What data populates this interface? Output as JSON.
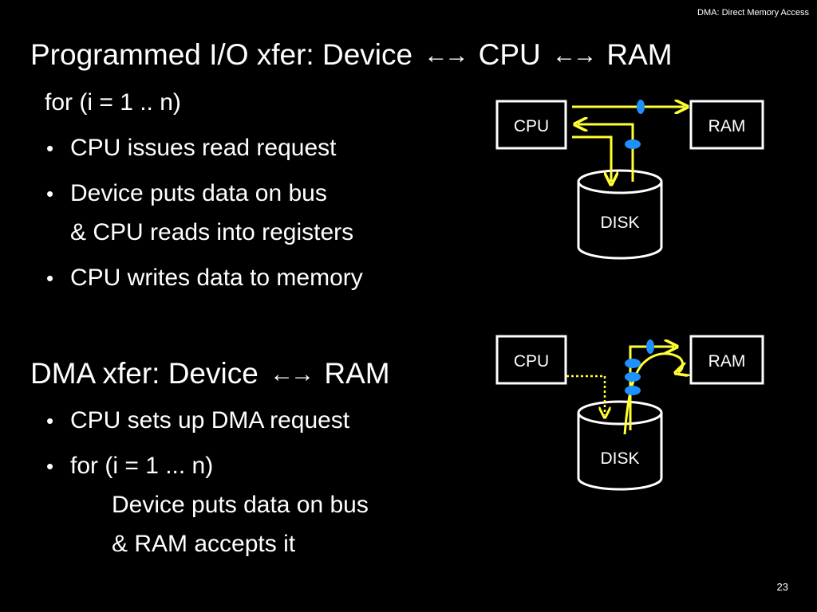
{
  "header": {
    "section_label": "DMA: Direct Memory Access"
  },
  "programmed_io": {
    "title_prefix": "Programmed I/O xfer:  Device",
    "title_middle": "CPU",
    "title_suffix": "RAM",
    "arrow_glyph": "←→",
    "loop_line": "for (i = 1 .. n)",
    "bullets": [
      "CPU issues read request",
      "Device puts data on bus",
      "& CPU reads into registers",
      "CPU writes data to memory"
    ]
  },
  "dma": {
    "title_prefix": "DMA xfer:  Device",
    "title_suffix": "RAM",
    "arrow_glyph": "←→",
    "bullets": [
      "CPU sets up DMA request",
      "for (i = 1 ... n)",
      "Device puts data on bus",
      "& RAM accepts it"
    ]
  },
  "diagram_top": {
    "cpu_label": "CPU",
    "ram_label": "RAM",
    "disk_label": "DISK"
  },
  "diagram_bottom": {
    "cpu_label": "CPU",
    "ram_label": "RAM",
    "disk_label": "DISK"
  },
  "colors": {
    "background": "#000000",
    "text": "#ffffff",
    "bus_line": "#ffff33",
    "bus_token": "#1e90ff"
  },
  "footer": {
    "slide_number": "23"
  }
}
